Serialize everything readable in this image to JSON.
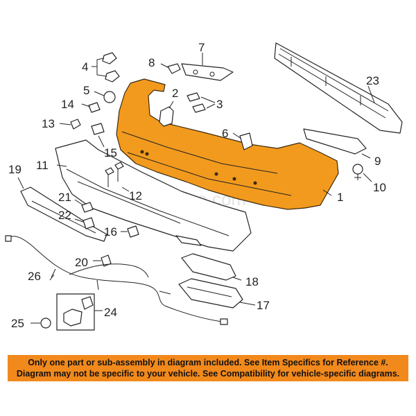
{
  "diagram": {
    "watermark": "Partomotive.com",
    "callouts": [
      {
        "id": "c1",
        "text": "1"
      },
      {
        "id": "c2",
        "text": "2"
      },
      {
        "id": "c3",
        "text": "3"
      },
      {
        "id": "c4",
        "text": "4"
      },
      {
        "id": "c5",
        "text": "5"
      },
      {
        "id": "c6",
        "text": "6"
      },
      {
        "id": "c7",
        "text": "7"
      },
      {
        "id": "c8",
        "text": "8"
      },
      {
        "id": "c9",
        "text": "9"
      },
      {
        "id": "c10",
        "text": "10"
      },
      {
        "id": "c11",
        "text": "11"
      },
      {
        "id": "c12",
        "text": "12"
      },
      {
        "id": "c13",
        "text": "13"
      },
      {
        "id": "c14",
        "text": "14"
      },
      {
        "id": "c15",
        "text": "15"
      },
      {
        "id": "c16",
        "text": "16"
      },
      {
        "id": "c17",
        "text": "17"
      },
      {
        "id": "c18",
        "text": "18"
      },
      {
        "id": "c19",
        "text": "19"
      },
      {
        "id": "c20",
        "text": "20"
      },
      {
        "id": "c21",
        "text": "21"
      },
      {
        "id": "c22",
        "text": "22"
      },
      {
        "id": "c23",
        "text": "23"
      },
      {
        "id": "c24",
        "text": "24"
      },
      {
        "id": "c25",
        "text": "25"
      },
      {
        "id": "c26",
        "text": "26"
      }
    ],
    "highlight_color": "#f29a1e"
  },
  "disclaimer": {
    "line1": "Only one part or sub-assembly in diagram included. See Item Specifics for Reference #.",
    "line2": "Diagram may not be specific to your vehicle. See Compatibility for vehicle-specific diagrams.",
    "background": "#f2891c"
  }
}
